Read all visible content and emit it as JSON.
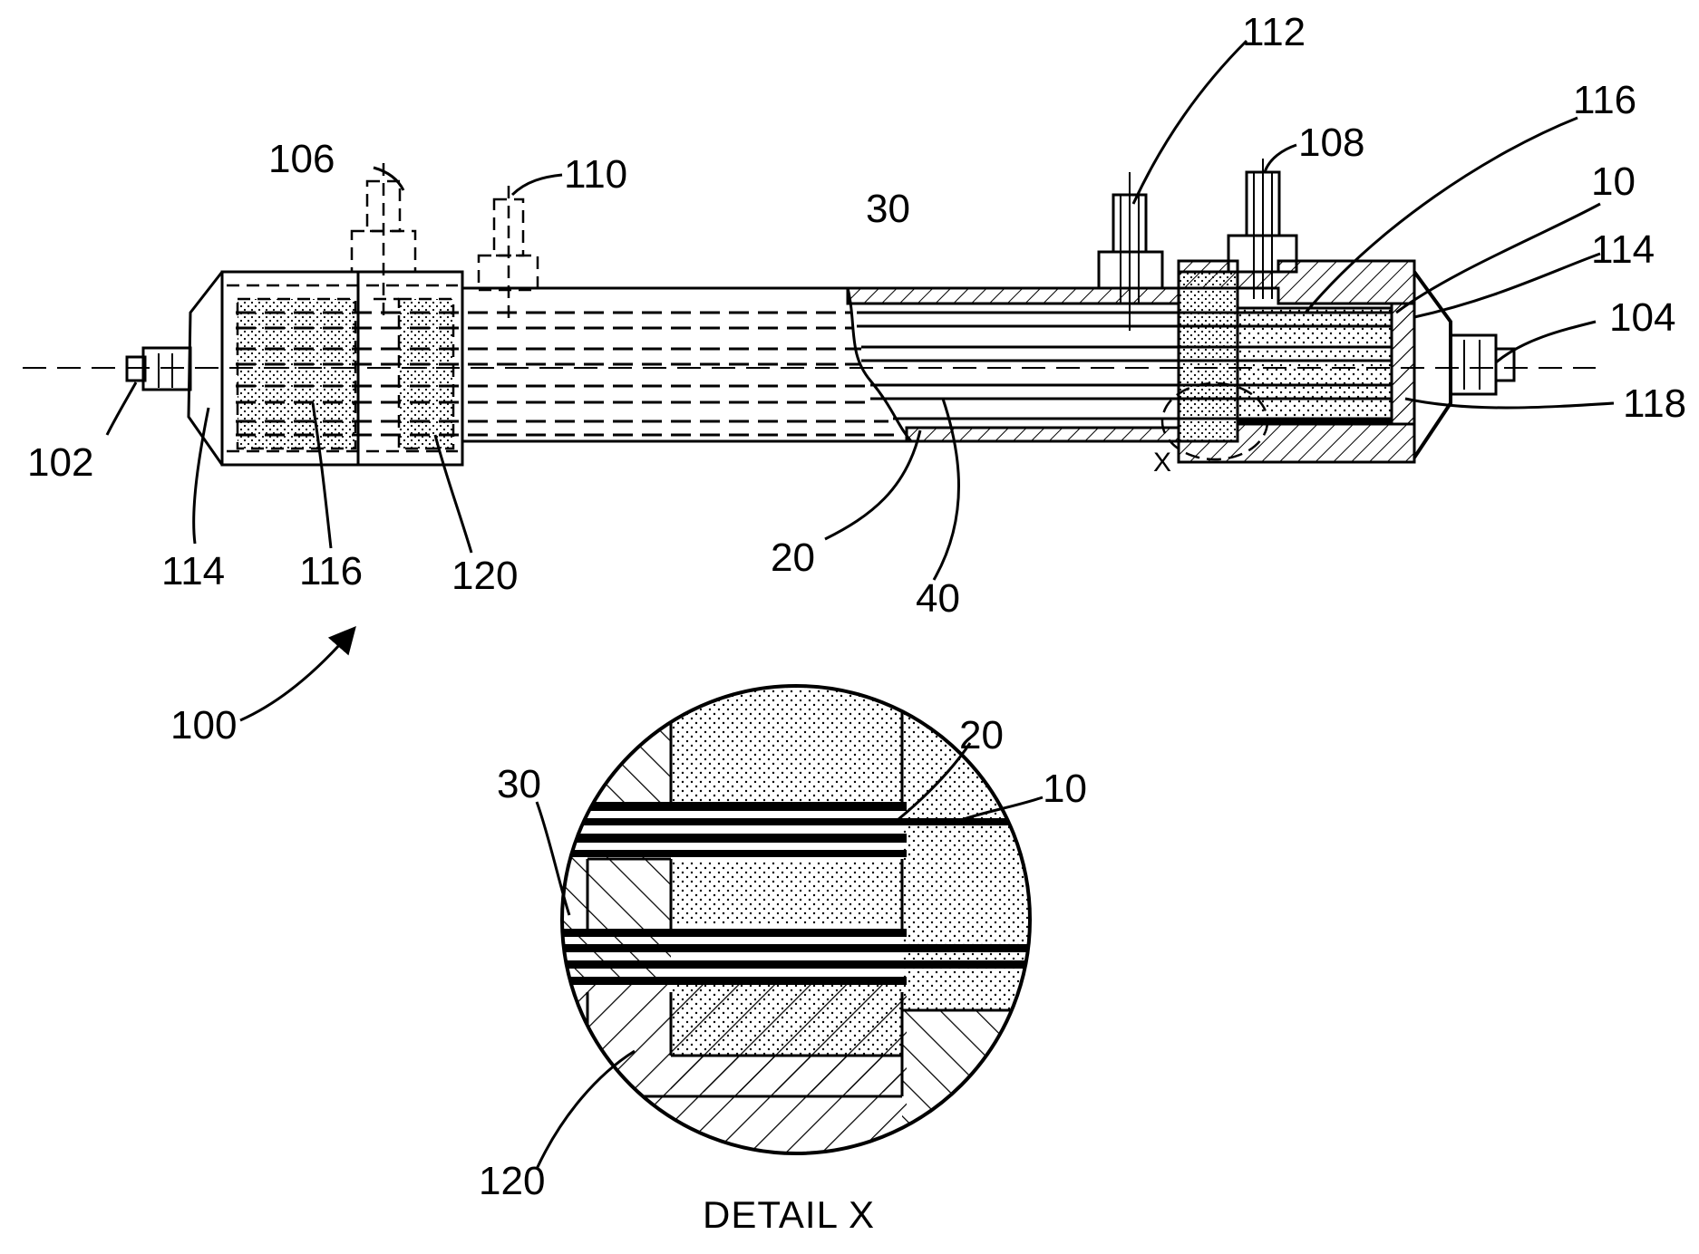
{
  "figure": {
    "ref_numbers": {
      "r100": "100",
      "r102": "102",
      "r104": "104",
      "r106": "106",
      "r108": "108",
      "r110": "110",
      "r112": "112",
      "r114_left": "114",
      "r114_right": "114",
      "r116_left": "116",
      "r116_right": "116",
      "r118": "118",
      "r120_main": "120",
      "r20_main": "20",
      "r30_main": "30",
      "r40": "40",
      "r10_main": "10",
      "section_x": "X"
    },
    "detail": {
      "title": "DETAIL X",
      "r20": "20",
      "r10": "10",
      "r30": "30",
      "r120": "120"
    }
  }
}
